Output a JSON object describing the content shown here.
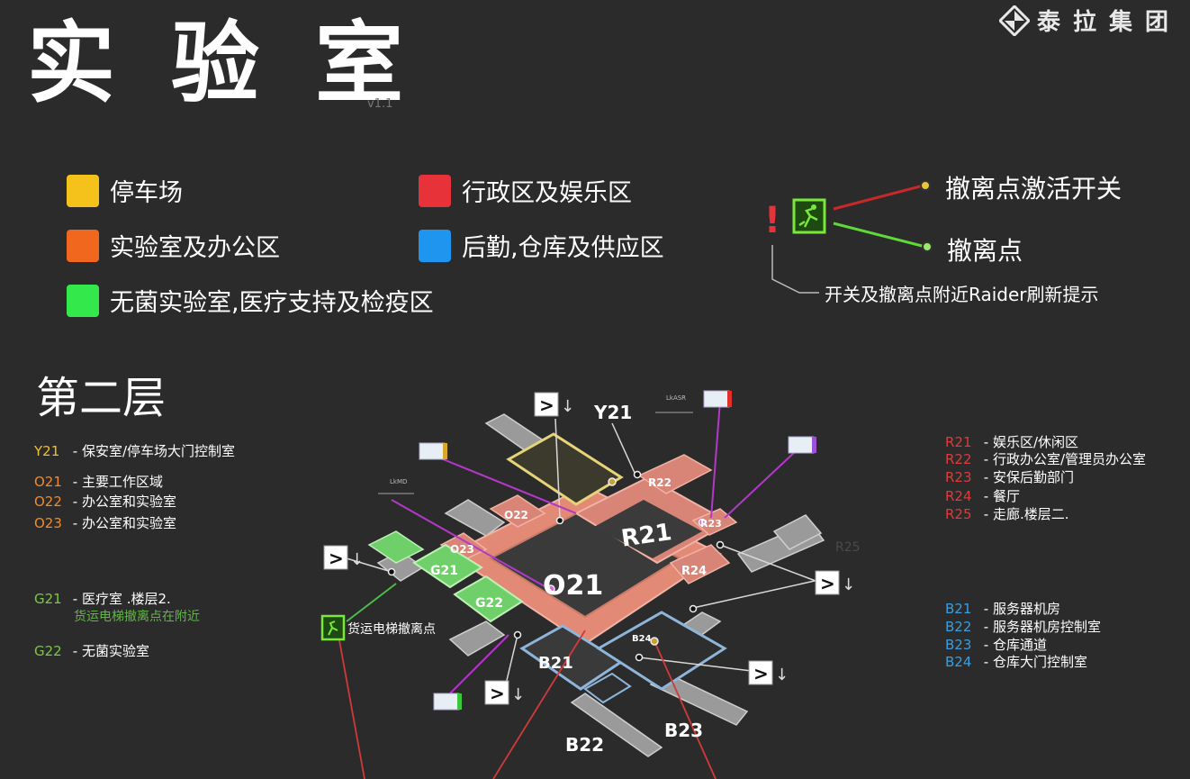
{
  "brand": {
    "name": "泰拉集团"
  },
  "header": {
    "title": "实验室",
    "version": "v1.1"
  },
  "legend": [
    {
      "label": "停车场",
      "color": "#f4c21b"
    },
    {
      "label": "实验室及办公区",
      "color": "#f0671d"
    },
    {
      "label": "无菌实验室,医疗支持及检疫区",
      "color": "#33e84a"
    },
    {
      "label": "行政区及娱乐区",
      "color": "#e8323a"
    },
    {
      "label": "后勤,仓库及供应区",
      "color": "#1e96f0"
    }
  ],
  "extract_key": {
    "switch_label": "撤离点激活开关",
    "extract_label": "撤离点",
    "alert_label": "开关及撤离点附近Raider刷新提示",
    "alert_mark": "!",
    "colors": {
      "switch_line": "#c8282a",
      "extract_line": "#5fd93a",
      "alert": "#e8323a"
    }
  },
  "floor": {
    "title": "第二层",
    "yellow_rooms": [
      {
        "code": "Y21",
        "desc": "- 保安室/停车场大门控制室"
      }
    ],
    "orange_rooms": [
      {
        "code": "O21",
        "desc": "- 主要工作区域"
      },
      {
        "code": "O22",
        "desc": "- 办公室和实验室"
      },
      {
        "code": "O23",
        "desc": "- 办公室和实验室"
      }
    ],
    "green_rooms": [
      {
        "code": "G21",
        "desc": "- 医疗室  .楼层2.",
        "note": "货运电梯撤离点在附近"
      },
      {
        "code": "G22",
        "desc": "- 无菌实验室"
      }
    ],
    "red_rooms": [
      {
        "code": "R21",
        "desc": "- 娱乐区/休闲区"
      },
      {
        "code": "R22",
        "desc": "- 行政办公室/管理员办公室"
      },
      {
        "code": "R23",
        "desc": "- 安保后勤部门"
      },
      {
        "code": "R24",
        "desc": "- 餐厅"
      },
      {
        "code": "R25",
        "desc": "- 走廊.楼层二."
      }
    ],
    "blue_rooms": [
      {
        "code": "B21",
        "desc": "- 服务器机房"
      },
      {
        "code": "B22",
        "desc": "- 服务器机房控制室"
      },
      {
        "code": "B23",
        "desc": "- 仓库通道"
      },
      {
        "code": "B24",
        "desc": "- 仓库大门控制室"
      }
    ]
  },
  "map": {
    "labels": {
      "y21": "Y21",
      "r21": "R21",
      "r22": "R22",
      "r23": "R23",
      "r24": "R24",
      "r25": "R25",
      "o21": "O21",
      "o22": "O22",
      "o23": "O23",
      "g21": "G21",
      "g22": "G22",
      "b21": "B21",
      "b22": "B22",
      "b23": "B23",
      "b24": "B24"
    },
    "stairs_glyph": ">",
    "down_arrow": "↓",
    "elevator_extract": "货运电梯撤离点",
    "card_lkasr": "LkASR",
    "card_lkmd": "LkMD"
  }
}
